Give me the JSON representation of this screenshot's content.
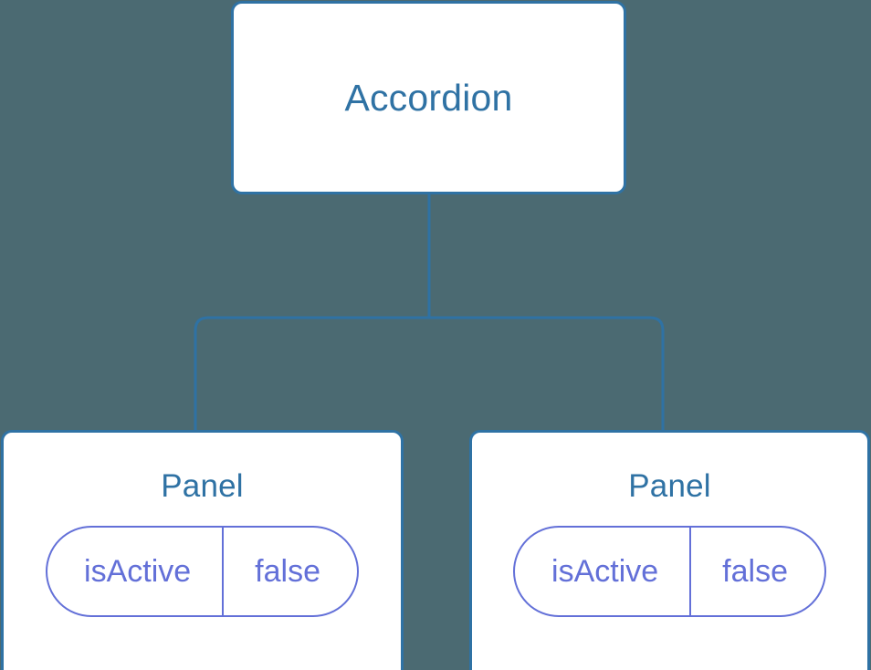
{
  "diagram": {
    "type": "component-tree",
    "background_color": "#4b6a72",
    "node_border_color": "#2f72a4",
    "node_text_color": "#2f72a4",
    "node_fill_color": "#ffffff",
    "connector_color": "#2f72a4",
    "state_accent_color": "#6370d8",
    "root": {
      "id": "accordion",
      "label": "Accordion"
    },
    "children": [
      {
        "id": "panel-left",
        "label": "Panel",
        "state": {
          "key": "isActive",
          "value": "false"
        }
      },
      {
        "id": "panel-right",
        "label": "Panel",
        "state": {
          "key": "isActive",
          "value": "false"
        }
      }
    ]
  }
}
